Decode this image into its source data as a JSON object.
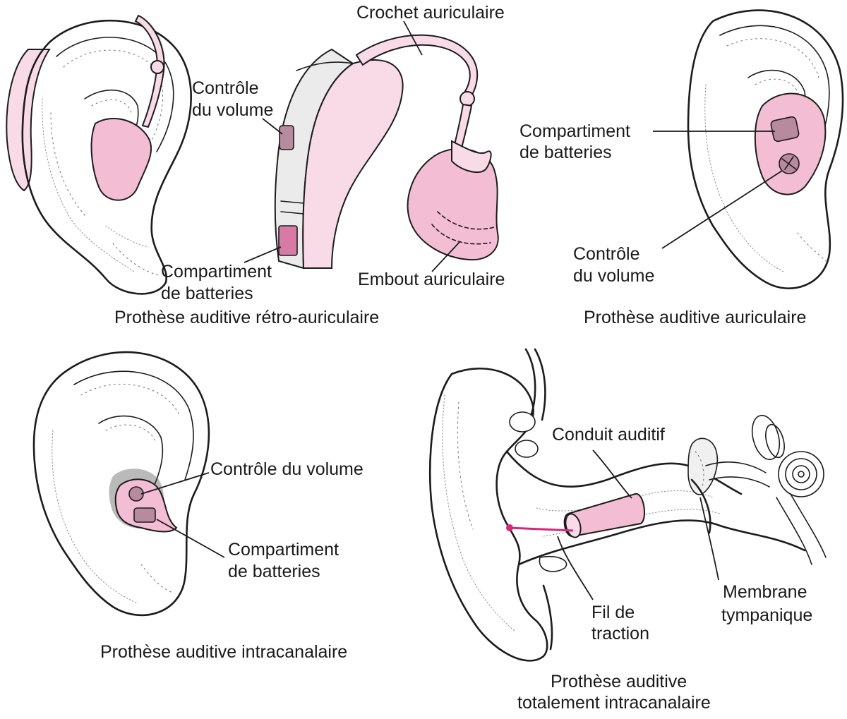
{
  "figure": {
    "top_left_bte": {
      "labels": {
        "earhook": "Crochet auriculaire",
        "volume_line1": "Contrôle",
        "volume_line2": "du volume",
        "battery_line1": "Compartiment",
        "battery_line2": "de batteries",
        "earmold": "Embout auriculaire"
      },
      "caption": "Prothèse auditive rétro-auriculaire"
    },
    "top_right_ite": {
      "labels": {
        "battery_line1": "Compartiment",
        "battery_line2": "de batteries",
        "volume_line1": "Contrôle",
        "volume_line2": "du volume"
      },
      "caption": "Prothèse auditive auriculaire"
    },
    "bottom_left_itc": {
      "labels": {
        "volume": "Contrôle du volume",
        "battery_line1": "Compartiment",
        "battery_line2": "de batteries"
      },
      "caption": "Prothèse auditive intracanalaire"
    },
    "bottom_right_cic": {
      "labels": {
        "canal": "Conduit auditif",
        "eardrum_line1": "Membrane",
        "eardrum_line2": "tympanique",
        "pull_line1": "Fil de",
        "pull_line2": "traction"
      },
      "caption_line1": "Prothèse auditive",
      "caption_line2": "totalement intracanalaire"
    }
  },
  "colors": {
    "device_pink": "#f3bdd4",
    "device_light_pink": "#f9dbe8",
    "accent_magenta": "#d4297a",
    "ink": "#1c1c1c"
  }
}
